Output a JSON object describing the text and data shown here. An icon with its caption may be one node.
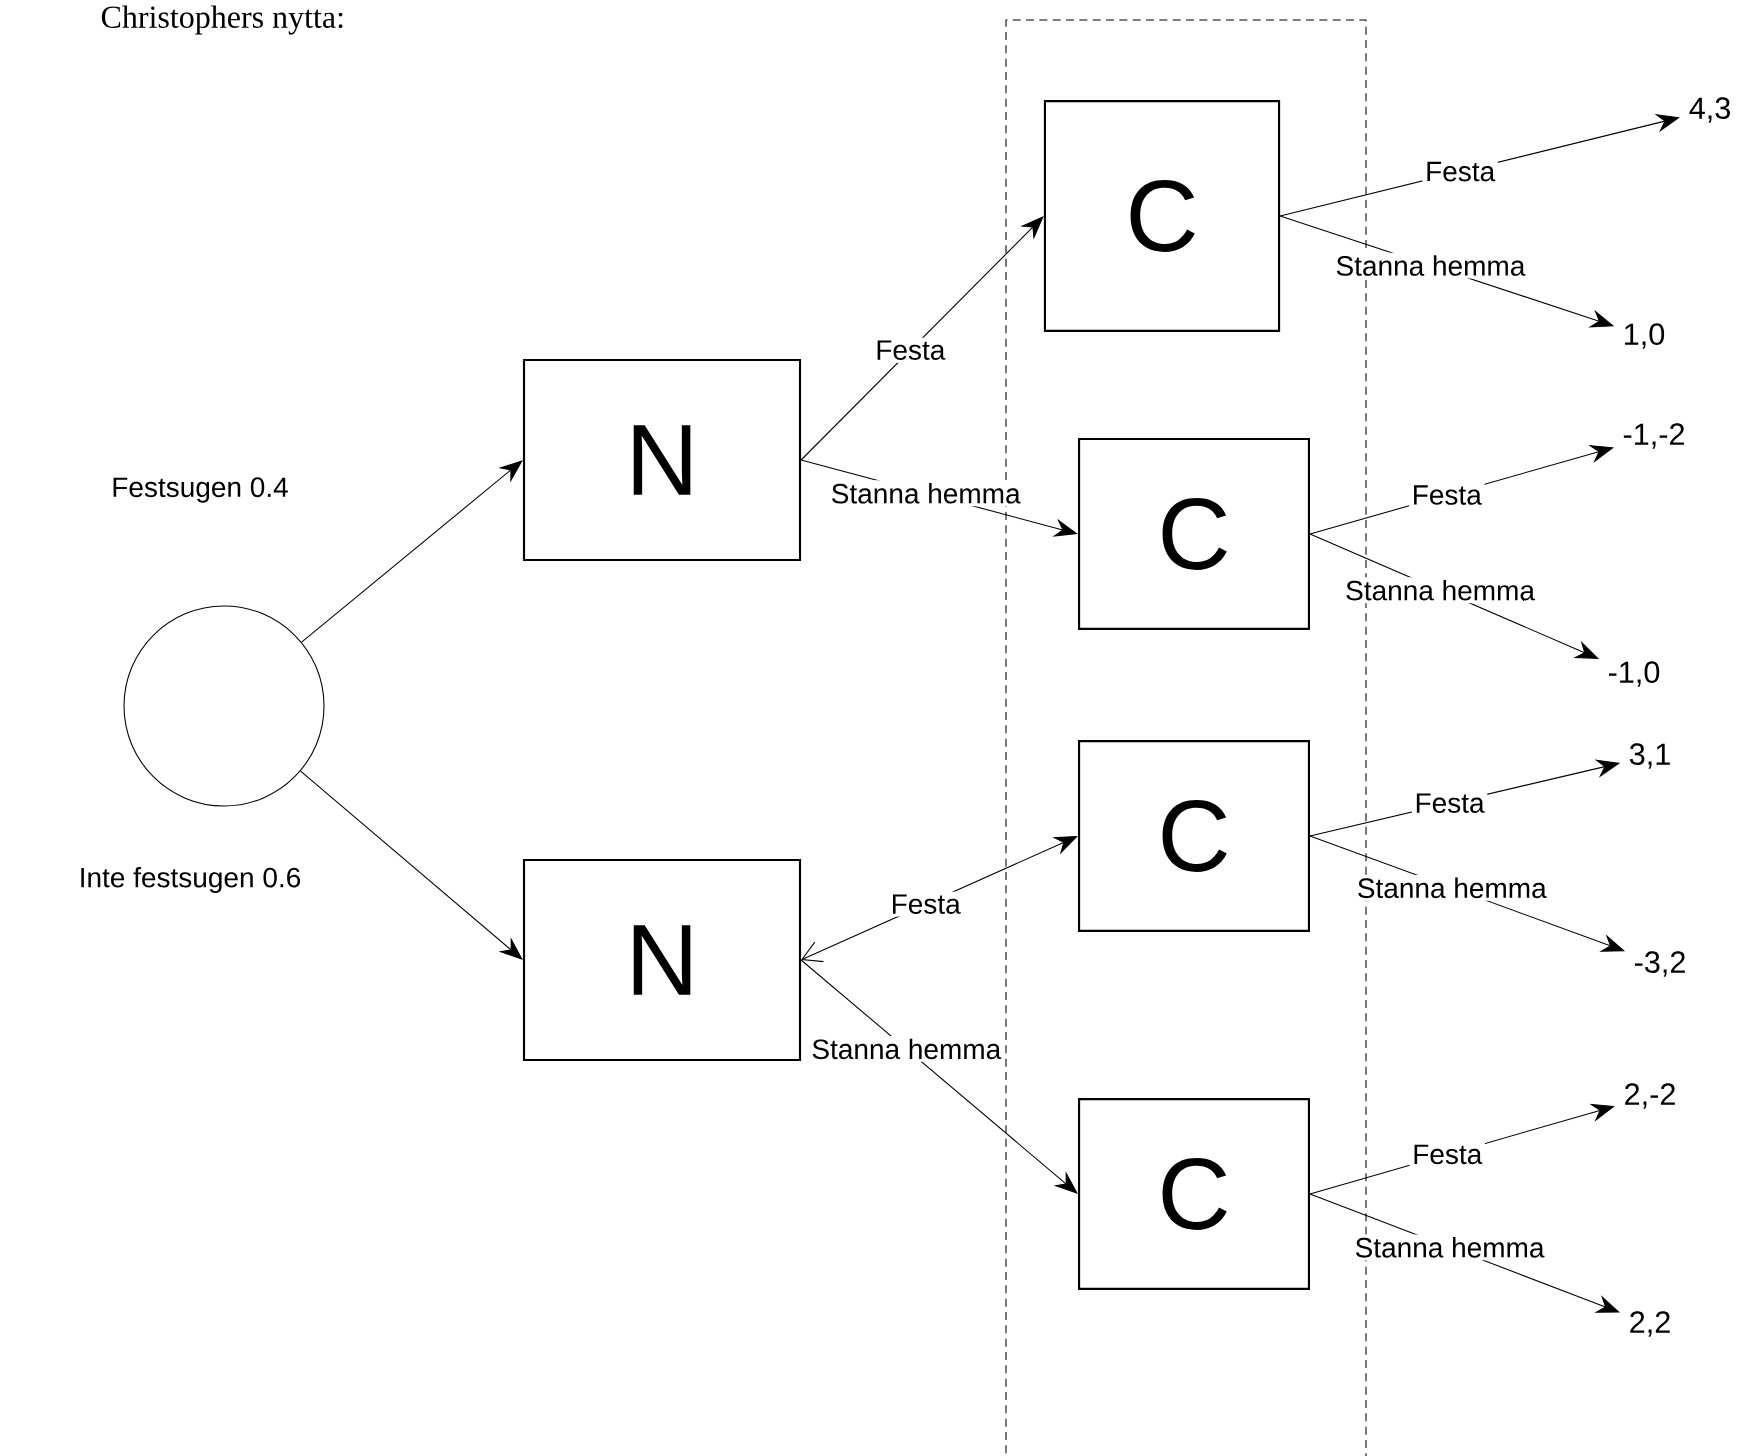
{
  "diagram": {
    "nodes": [
      {
        "text": [],
        "shape": "circle"
      },
      {
        "text": [
          "N"
        ]
      },
      {
        "text": [
          "N"
        ]
      },
      {
        "text": [
          "C"
        ]
      },
      {
        "text": [
          "C"
        ]
      },
      {
        "text": [
          "C"
        ]
      },
      {
        "text": [
          "C"
        ]
      },
      {
        "text": [
          "4,3"
        ]
      },
      {
        "text": [
          "1,0"
        ]
      },
      {
        "text": [
          "-1,-2"
        ]
      },
      {
        "text": [
          "-1,0"
        ]
      },
      {
        "text": [
          "3,1"
        ]
      },
      {
        "text": [
          "-3,2"
        ]
      },
      {
        "text": [
          "2,-2"
        ]
      },
      {
        "text": [
          "2,2"
        ]
      }
    ],
    "edges": [
      {
        "from": 0,
        "to": 1,
        "arrow": "to",
        "label": "Festsugen 0.4"
      },
      {
        "from": 0,
        "to": 2,
        "arrow": "to",
        "label": "Inte festsugen 0.6"
      },
      {
        "from": 1,
        "to": 3,
        "arrow": "to",
        "label": "Festa"
      },
      {
        "from": 1,
        "to": 4,
        "arrow": "to",
        "label": "Stanna hemma"
      },
      {
        "from": 2,
        "to": 5,
        "arrow": "both",
        "label": "Festa"
      },
      {
        "from": 2,
        "to": 6,
        "arrow": "to",
        "label": "Stanna hemma"
      },
      {
        "from": 3,
        "to": 7,
        "arrow": "to",
        "label": "Festa"
      },
      {
        "from": 3,
        "to": 8,
        "arrow": "to",
        "label": "Stanna hemma"
      },
      {
        "from": 4,
        "to": 9,
        "arrow": "to",
        "label": "Festa"
      },
      {
        "from": 4,
        "to": 10,
        "arrow": "to",
        "label": "Stanna hemma"
      },
      {
        "from": 5,
        "to": 11,
        "arrow": "to",
        "label": "Festa"
      },
      {
        "from": 5,
        "to": 12,
        "arrow": "to",
        "label": "Stanna hemma"
      },
      {
        "from": 6,
        "to": 13,
        "arrow": "to",
        "label": "Festa"
      },
      {
        "from": 6,
        "to": 14,
        "arrow": "to",
        "label": "Stanna hemma"
      }
    ],
    "labels": [
      "Christophers nytta:"
    ]
  }
}
